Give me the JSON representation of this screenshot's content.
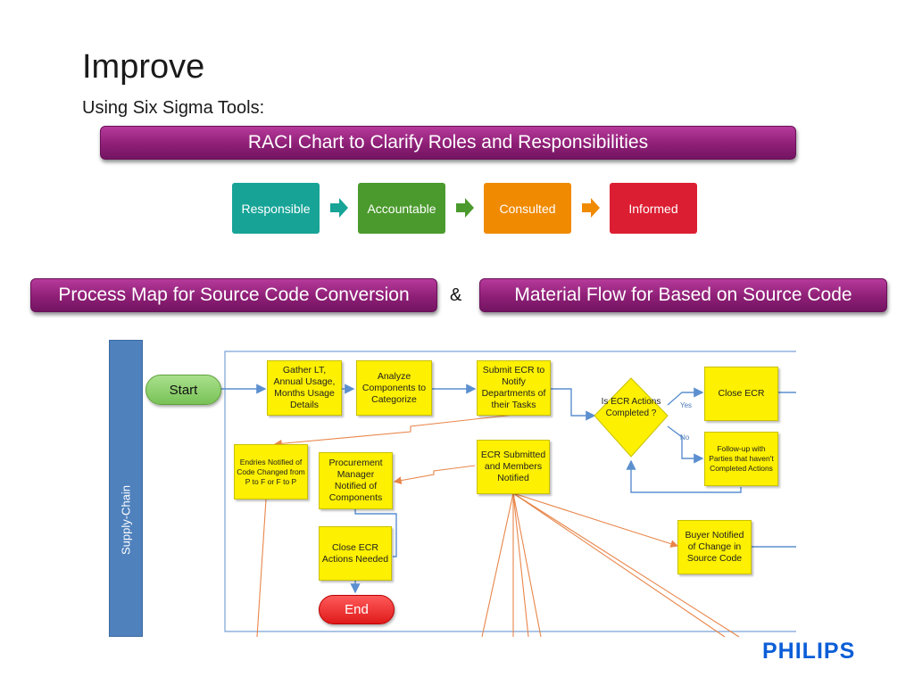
{
  "slide": {
    "title": "Improve",
    "subtitle": "Using Six Sigma Tools:"
  },
  "banners": {
    "raci": "RACI Chart to Clarify Roles and Responsibilities",
    "process_map": "Process Map for Source Code Conversion",
    "material_flow": "Material Flow for Based on Source Code",
    "ampersand": "&"
  },
  "raci_steps": [
    {
      "label": "Responsible",
      "color": "#17a497"
    },
    {
      "label": "Accountable",
      "color": "#4b9a2d"
    },
    {
      "label": "Consulted",
      "color": "#f08a00"
    },
    {
      "label": "Informed",
      "color": "#dc1e32"
    }
  ],
  "flowchart": {
    "lane_label": "Supply-Chain",
    "start": "Start",
    "end": "End",
    "gather": "Gather LT, Annual Usage, Months Usage Details",
    "analyze": "Analyze Components to Categorize",
    "submit_ecr": "Submit ECR to Notify Departments of their Tasks",
    "decision": "Is ECR Actions Completed ?",
    "yes": "Yes",
    "no": "No",
    "close_ecr": "Close ECR",
    "follow_up": "Follow-up with Parties that haven't Completed Actions",
    "endries": "Endries Notified of Code Changed from P to F or F to P",
    "procurement": "Procurement Manager Notified of Components",
    "ecr_submitted": "ECR Submitted and Members Notified",
    "close_ecr_actions": "Close ECR Actions Needed",
    "buyer": "Buyer Notified of Change in Source Code"
  },
  "logo": "PHILIPS",
  "colors": {
    "banner": "#8e1f76",
    "arrow_teal": "#17a497",
    "arrow_green": "#4b9a2d",
    "arrow_orange": "#f08a00",
    "flow_blue": "#5b8fcf",
    "flow_orange": "#e8864a",
    "box_yellow": "#fdf000",
    "lane_blue": "#4f81bd"
  }
}
